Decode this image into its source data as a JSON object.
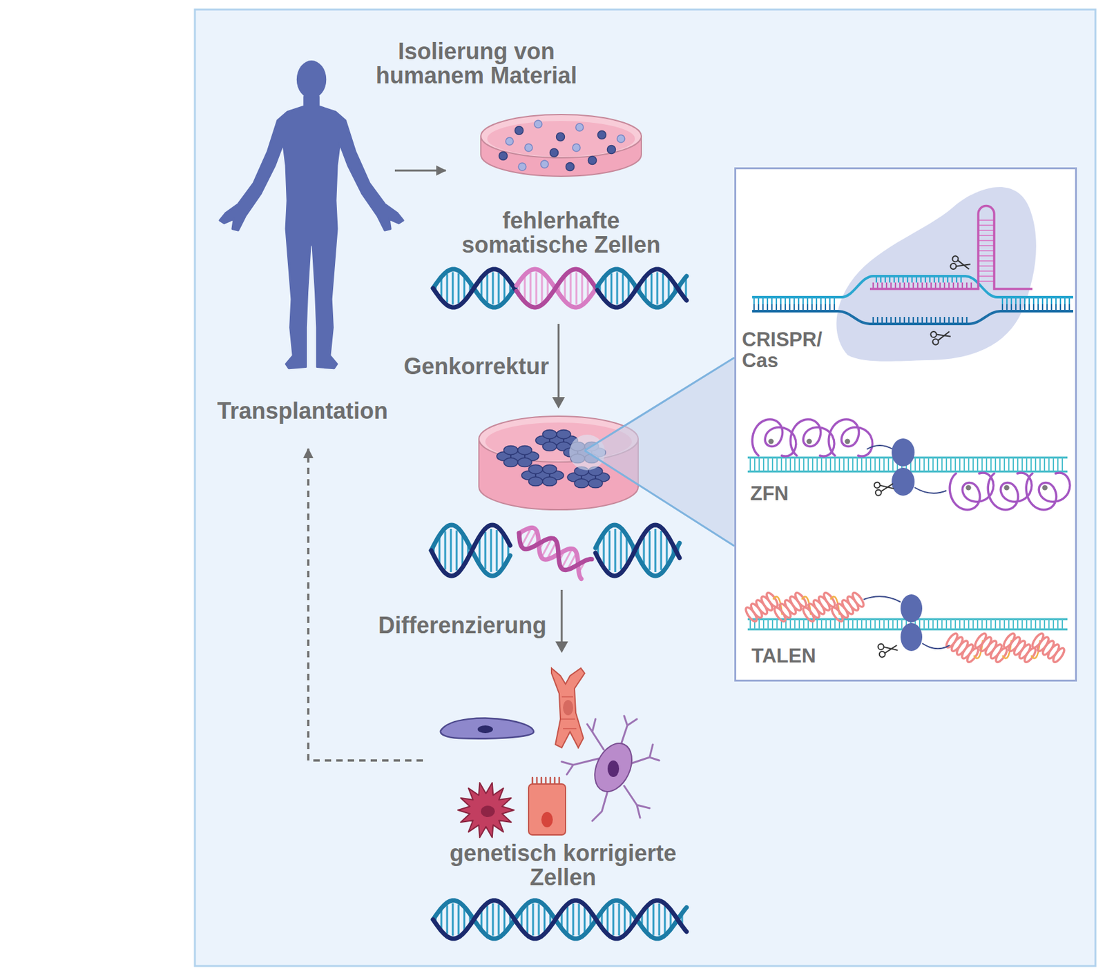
{
  "diagram": {
    "nodes": [
      {
        "text": [
          "Transplantation"
        ]
      },
      {
        "text": [
          "fehlerhafte somatische Zellen"
        ]
      },
      {
        "text": [
          "genetisch korrigierte Zellen"
        ]
      },
      {
        "text": [
          "CRISPR/ Cas",
          "ZFN",
          "TALEN"
        ]
      }
    ],
    "edges": [
      {
        "from": 0,
        "to": 1,
        "arrow": "to",
        "label": "Isolierung von humanem Material"
      },
      {
        "from": 2,
        "to": 0,
        "arrow": "to"
      }
    ],
    "labels": [
      "Genkorrektur",
      "Differenzierung"
    ]
  }
}
